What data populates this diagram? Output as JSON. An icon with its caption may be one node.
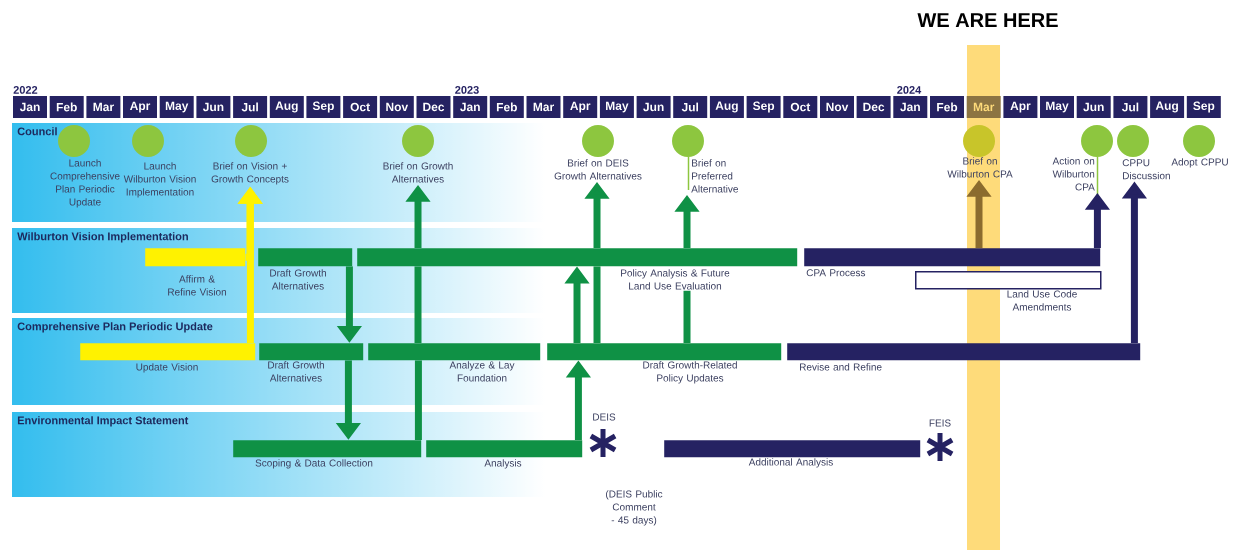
{
  "diagram": {
    "nodes": [
      {
        "text": [
          "Launch Comprehensive Plan Periodic Update"
        ]
      },
      {
        "text": [
          "Launch Wilburton Vision Implementation"
        ]
      },
      {
        "text": [
          "Brief on Vision + Growth Concepts"
        ]
      },
      {
        "text": [
          "Brief on Growth Alternatives"
        ]
      },
      {
        "text": [
          "Brief on DEIS Growth Alternatives"
        ]
      },
      {
        "text": [
          "Brief on Preferred Alternative"
        ]
      },
      {
        "text": [
          "Brief on Wilburton CPA"
        ]
      },
      {
        "text": [
          "Action on Wilburton CPA"
        ]
      },
      {
        "text": [
          "CPPU Discussion"
        ]
      },
      {
        "text": [
          "Adopt CPPU"
        ]
      },
      {
        "text": [],
        "shape": "bar",
        "beside": [
          "Affirm & Refine Vision"
        ]
      },
      {
        "text": [],
        "shape": "bar",
        "beside": [
          "Draft Growth Alternatives"
        ]
      },
      {
        "text": [],
        "shape": "bar",
        "beside": [
          "Policy Analysis & Future Land Use Evaluation"
        ]
      },
      {
        "text": [],
        "shape": "bar",
        "beside": [
          "CPA Process"
        ]
      },
      {
        "text": [],
        "shape": "box",
        "beside": [
          "Land Use Code Amendments"
        ]
      },
      {
        "text": [],
        "shape": "bar",
        "beside": [
          "Update Vision"
        ]
      },
      {
        "text": [],
        "shape": "bar",
        "beside": [
          "Draft Growth Alternatives"
        ]
      },
      {
        "text": [],
        "shape": "bar",
        "beside": [
          "Analyze & Lay Foundation"
        ]
      },
      {
        "text": [],
        "shape": "bar",
        "beside": [
          "Draft Growth-Related Policy Updates"
        ]
      },
      {
        "text": [],
        "shape": "bar",
        "beside": [
          "Revise and Refine"
        ]
      },
      {
        "text": [],
        "shape": "bar",
        "beside": [
          "Scoping & Data Collection"
        ]
      },
      {
        "text": [],
        "shape": "bar",
        "beside": [
          "Analysis"
        ]
      },
      {
        "text": [],
        "shape": "bar",
        "beside": [
          "Additional Analysis"
        ]
      }
    ],
    "edges": [
      {
        "from": 15,
        "to": 2,
        "arrow": "to",
        "color": "#fff200"
      },
      {
        "from": 10,
        "to": 2,
        "arrow": "to",
        "color": "#fff200"
      },
      {
        "from": 11,
        "to": 16,
        "arrow": "to"
      },
      {
        "from": 16,
        "to": 20,
        "arrow": "to"
      },
      {
        "from": 20,
        "to": 17,
        "arrow": "none"
      },
      {
        "from": 17,
        "to": 12,
        "arrow": "none"
      },
      {
        "from": 12,
        "to": 3,
        "arrow": "to"
      },
      {
        "from": 21,
        "to": 18,
        "arrow": "to"
      },
      {
        "from": 18,
        "to": 12,
        "arrow": "to"
      },
      {
        "from": 18,
        "to": 12,
        "arrow": "none"
      },
      {
        "from": 12,
        "to": 4,
        "arrow": "to"
      },
      {
        "from": 12,
        "to": 5,
        "arrow": "to"
      },
      {
        "from": 18,
        "to": 12,
        "arrow": "none"
      },
      {
        "from": 13,
        "to": 6,
        "arrow": "to",
        "color": "#8b6b2e"
      },
      {
        "from": 13,
        "to": 7,
        "arrow": "to",
        "color": "#252262"
      },
      {
        "from": 19,
        "to": 8,
        "arrow": "to",
        "color": "#252262"
      }
    ],
    "labels": [
      "WE ARE HERE",
      "2022",
      "2023",
      "2024",
      "Jan",
      "Feb",
      "Mar",
      "Apr",
      "May",
      "Jun",
      "Jul",
      "Aug",
      "Sep",
      "Oct",
      "Nov",
      "Dec",
      "Jan",
      "Feb",
      "Mar",
      "Apr",
      "May",
      "Jun",
      "Jul",
      "Aug",
      "Sep",
      "Oct",
      "Nov",
      "Dec",
      "Jan",
      "Feb",
      "Mar",
      "Apr",
      "May",
      "Jun",
      "Jul",
      "Aug",
      "Sep",
      "Council",
      "Wilburton Vision Implementation",
      "Comprehensive Plan Periodic Update",
      "Environmental Impact Statement",
      "DEIS",
      "FEIS",
      "(DEIS Public Comment - 45 days)"
    ]
  }
}
